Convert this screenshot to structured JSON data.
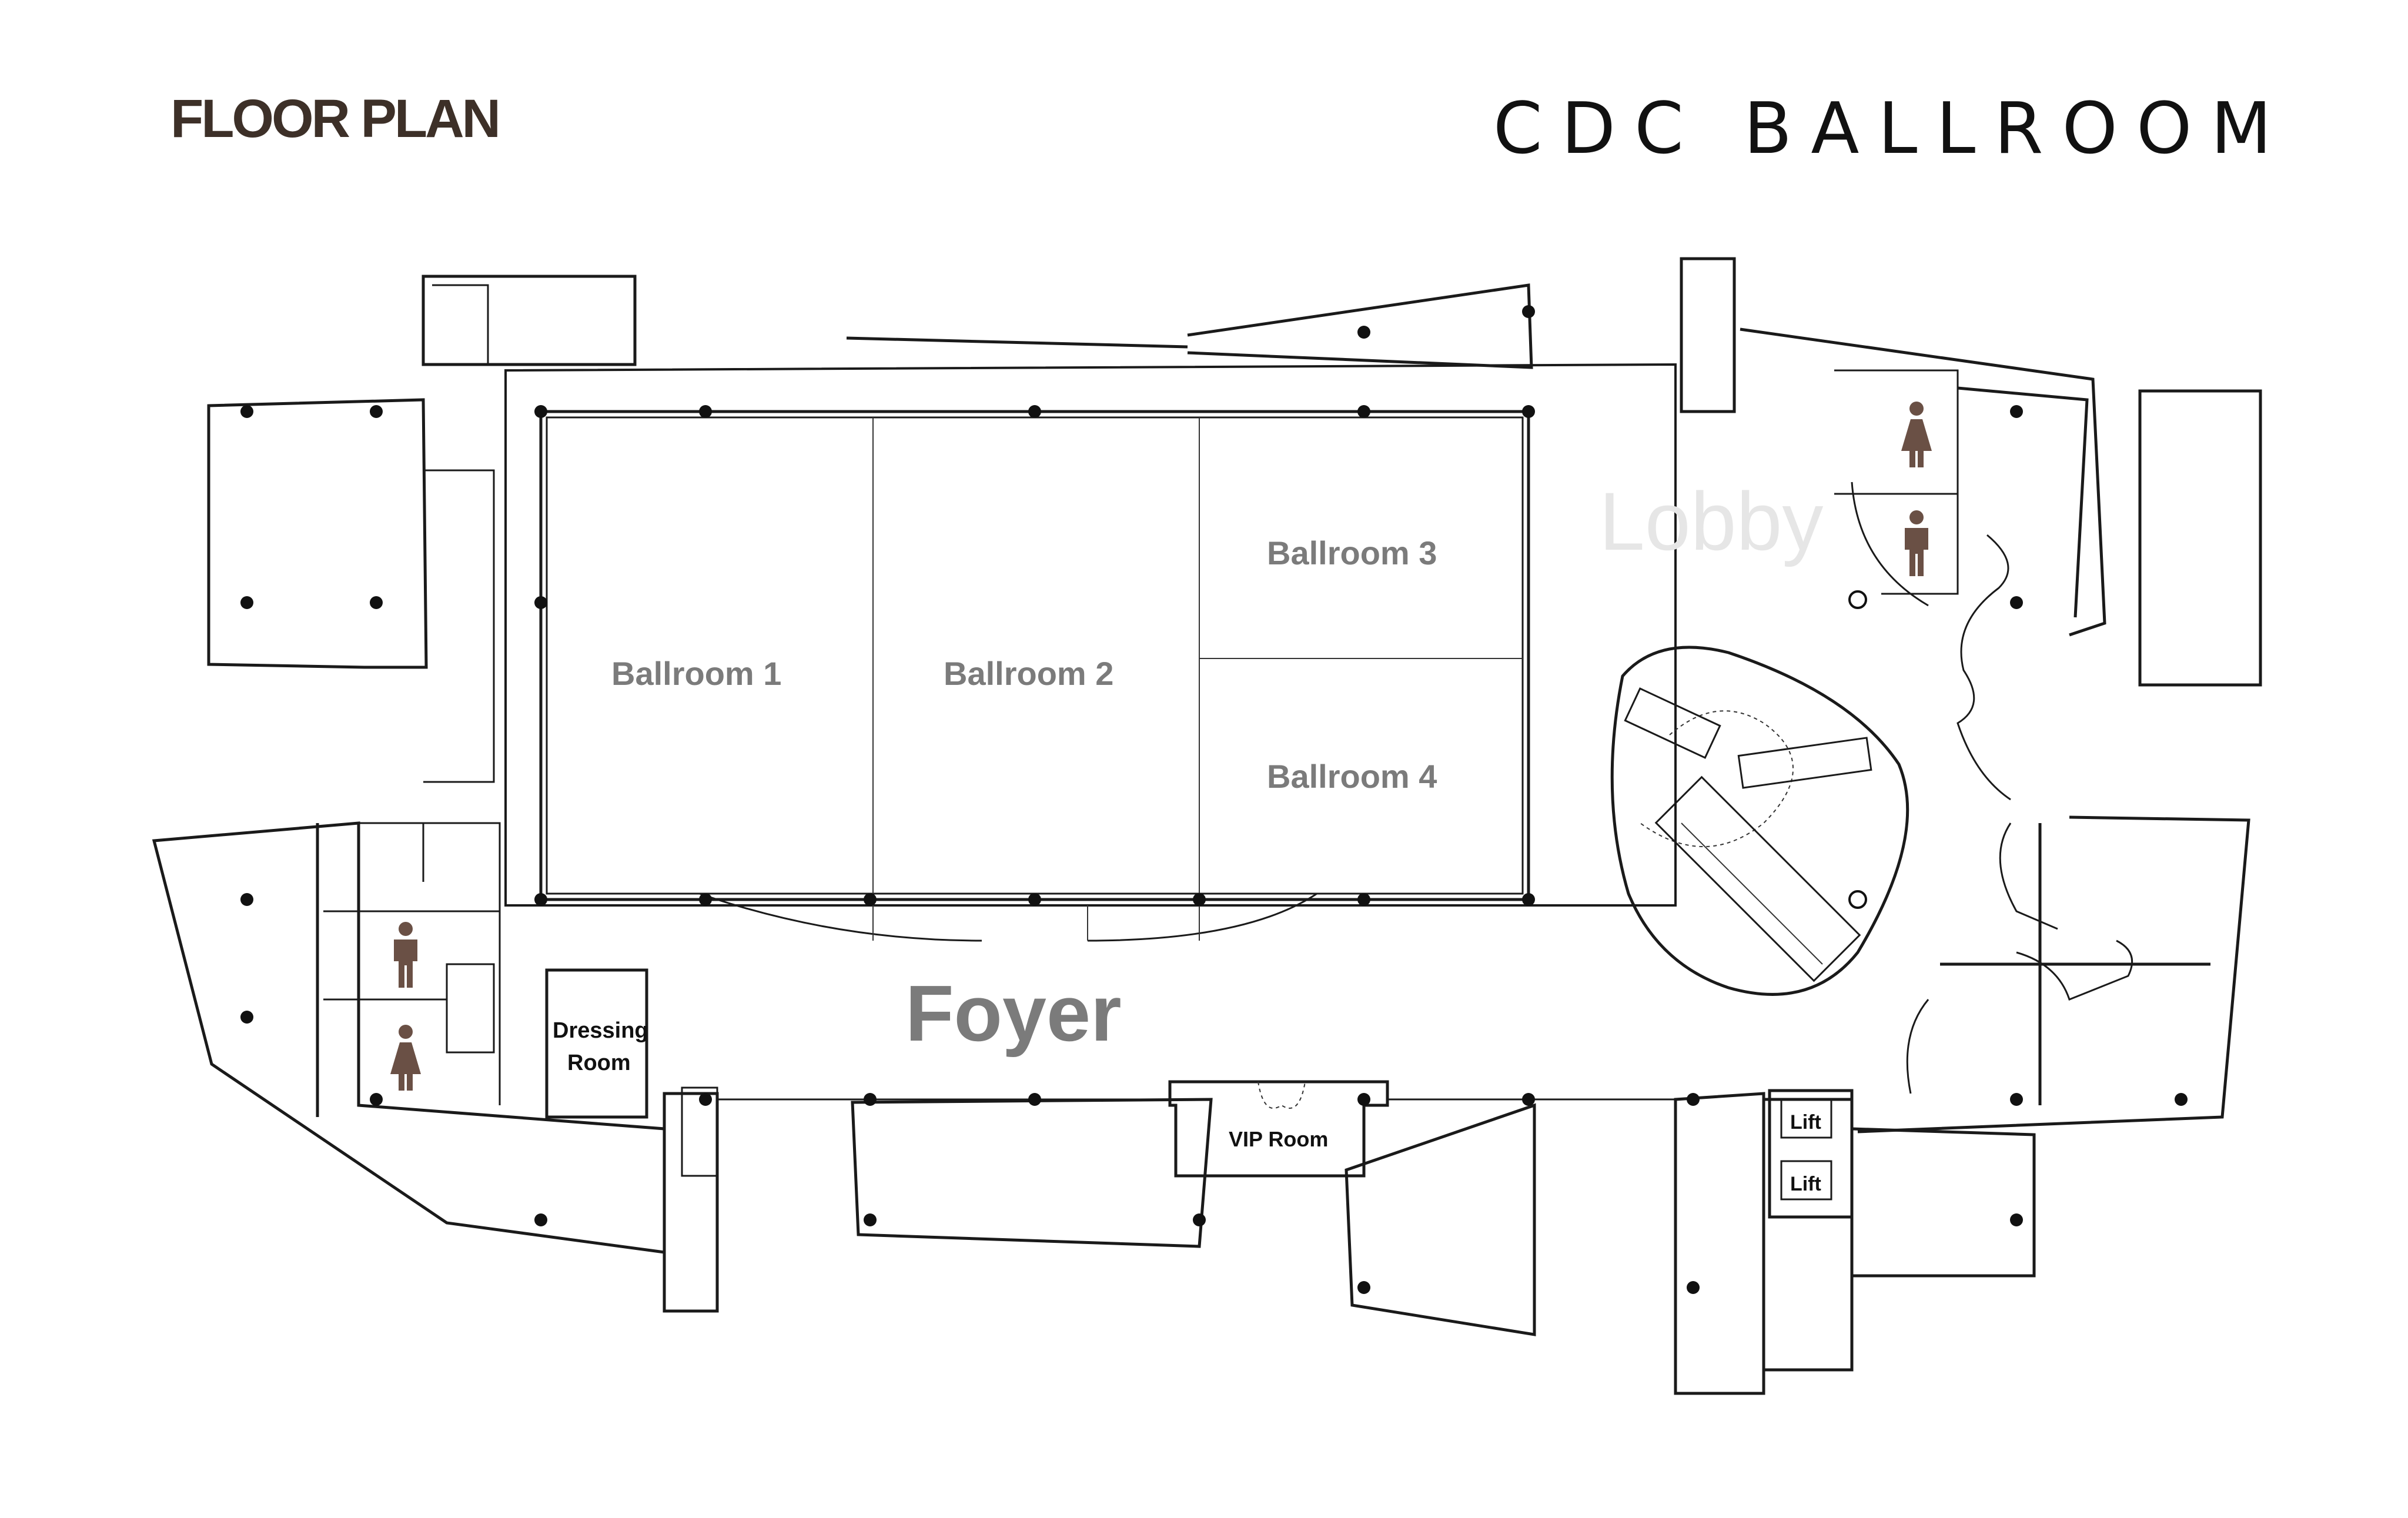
{
  "header": {
    "left_title": "FLOOR PLAN",
    "right_title": "CDC BALLROOM"
  },
  "rooms": {
    "ballroom_1": "Ballroom 1",
    "ballroom_2": "Ballroom 2",
    "ballroom_3": "Ballroom 3",
    "ballroom_4": "Ballroom 4",
    "lobby": "Lobby",
    "foyer": "Foyer",
    "dressing_room_line1": "Dressing",
    "dressing_room_line2": "Room",
    "vip_room": "VIP Room",
    "lift_1": "Lift",
    "lift_2": "Lift"
  },
  "icons": {
    "restroom_male": "male-restroom-icon",
    "restroom_female": "female-restroom-icon",
    "icon_color": "#6a5045"
  }
}
